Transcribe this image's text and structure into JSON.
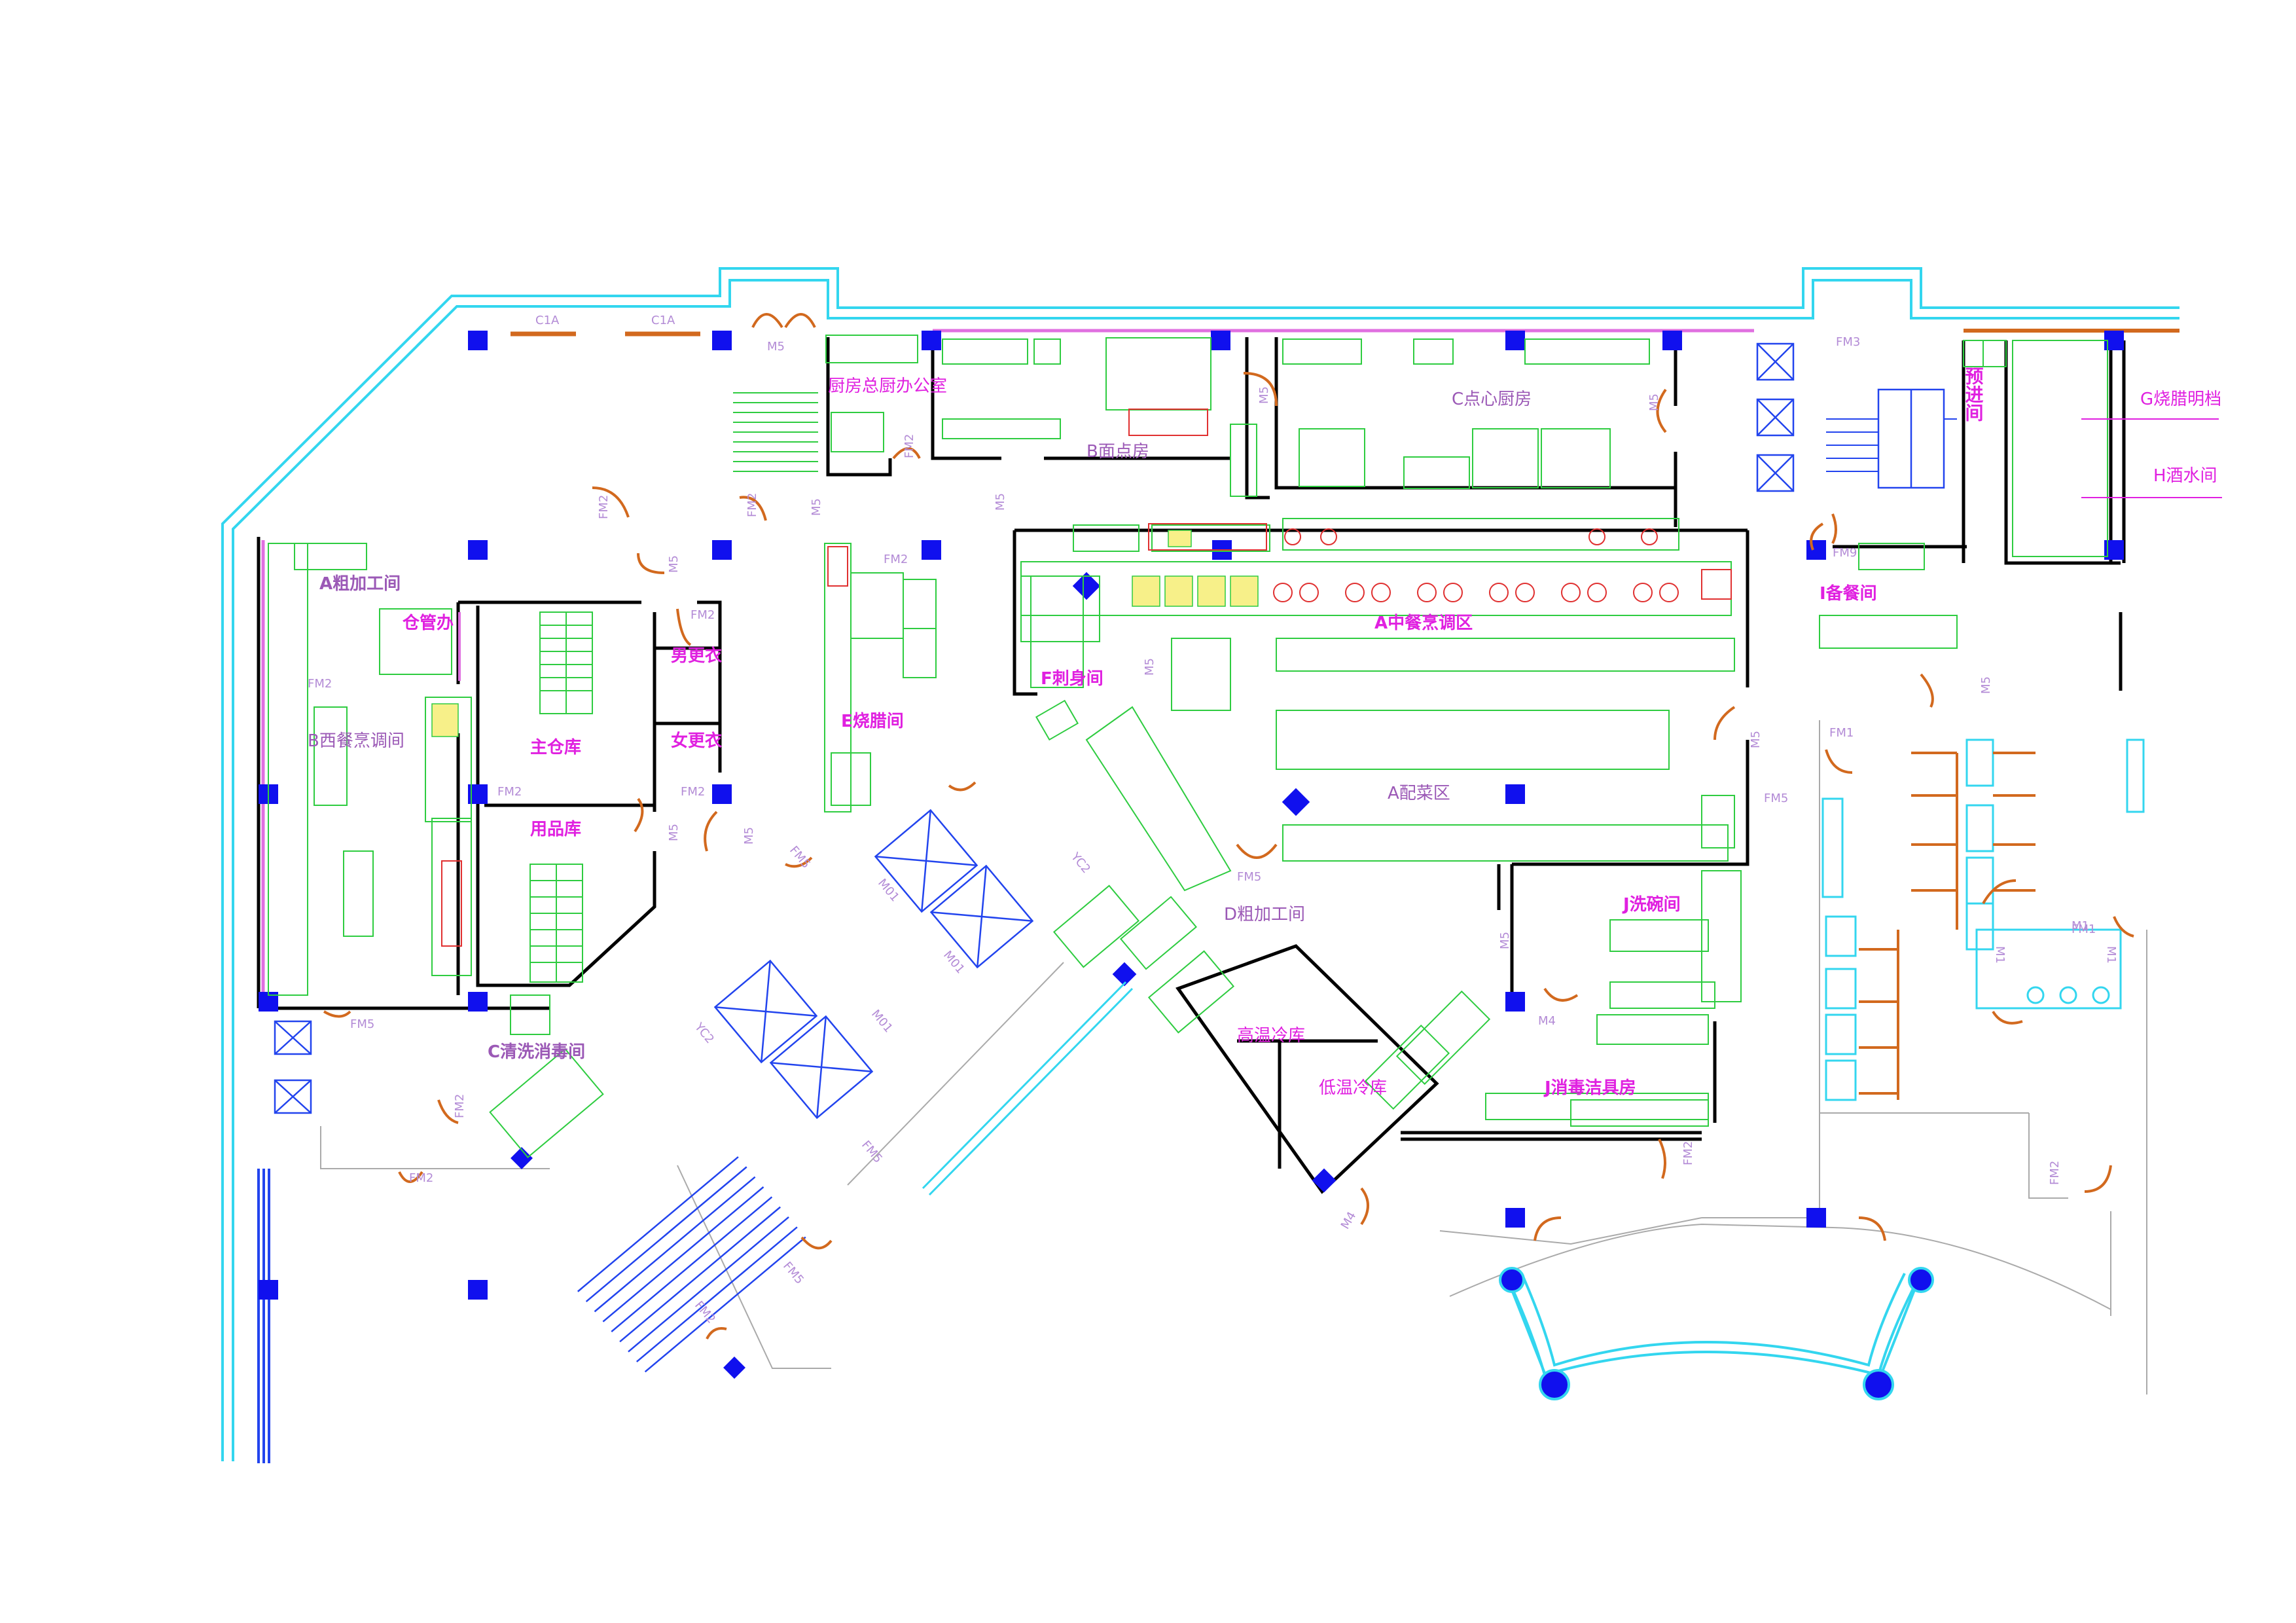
{
  "colors": {
    "outer_wall": "#33d6ef",
    "wall": "#000000",
    "column": "#1010ee",
    "equipment": "#2ecc40",
    "equipment_blue": "#2244ee",
    "door": "#d2691e",
    "label_magenta": "#e020e0",
    "label_purple": "#9b59b6",
    "door_tag": "#b38bd6",
    "accent_red": "#e03030",
    "accent_yellow": "#f7f089"
  },
  "rooms": [
    {
      "id": "office",
      "label": "厨房总厨办公室",
      "color": "#e020e0"
    },
    {
      "id": "pastry_b",
      "label": "B面点房",
      "color": "#9b59b6"
    },
    {
      "id": "dim_sum_c",
      "label": "C点心厨房",
      "color": "#9b59b6"
    },
    {
      "id": "pre_entry",
      "label": "预进间",
      "color": "#e020e0"
    },
    {
      "id": "roast_g",
      "label": "G烧腊明档",
      "color": "#e020e0"
    },
    {
      "id": "bar_h",
      "label": "H酒水间",
      "color": "#e020e0"
    },
    {
      "id": "prep_a",
      "label": "A粗加工间",
      "color": "#9b59b6"
    },
    {
      "id": "store_office",
      "label": "仓管办",
      "color": "#e020e0"
    },
    {
      "id": "main_store",
      "label": "主仓库",
      "color": "#e020e0"
    },
    {
      "id": "men_locker",
      "label": "男更衣",
      "color": "#e020e0"
    },
    {
      "id": "women_locker",
      "label": "女更衣",
      "color": "#e020e0"
    },
    {
      "id": "western_b",
      "label": "B西餐烹调间",
      "color": "#9b59b6"
    },
    {
      "id": "supply_store",
      "label": "用品库",
      "color": "#e020e0"
    },
    {
      "id": "roast_e",
      "label": "E烧腊间",
      "color": "#e020e0"
    },
    {
      "id": "sashimi_f",
      "label": "F刺身间",
      "color": "#e020e0"
    },
    {
      "id": "chinese_a",
      "label": "A中餐烹调区",
      "color": "#e020e0"
    },
    {
      "id": "serving_a",
      "label": "A配菜区",
      "color": "#9b59b6"
    },
    {
      "id": "prep_i",
      "label": "I备餐间",
      "color": "#e020e0"
    },
    {
      "id": "dish_j",
      "label": "J洗碗间",
      "color": "#e020e0"
    },
    {
      "id": "prep_d",
      "label": "D粗加工间",
      "color": "#9b59b6"
    },
    {
      "id": "cold_high",
      "label": "高温冷库",
      "color": "#e020e0"
    },
    {
      "id": "cold_low",
      "label": "低温冷库",
      "color": "#e020e0"
    },
    {
      "id": "wash_c",
      "label": "C清洗消毒间",
      "color": "#9b59b6"
    },
    {
      "id": "clean_j",
      "label": "J消毒洁具房",
      "color": "#e020e0"
    }
  ],
  "doors": [
    "C1A",
    "C1A",
    "M5",
    "FM2",
    "FM2",
    "FM3",
    "M5",
    "M5",
    "M5",
    "M5",
    "FM2",
    "FM2",
    "M5",
    "FM2",
    "FM9",
    "M5",
    "FM2",
    "FM2",
    "FM2",
    "M5",
    "M5",
    "FM5",
    "M5",
    "FM5",
    "M5",
    "FM5",
    "FM1",
    "FM1",
    "YC2",
    "YC2",
    "M01",
    "M01",
    "M01",
    "FM5",
    "FM5",
    "M5",
    "M4",
    "M4",
    "FM2",
    "FM2",
    "FM5",
    "FM2",
    "M1",
    "M1",
    "M1",
    "FM2",
    "FM2"
  ]
}
